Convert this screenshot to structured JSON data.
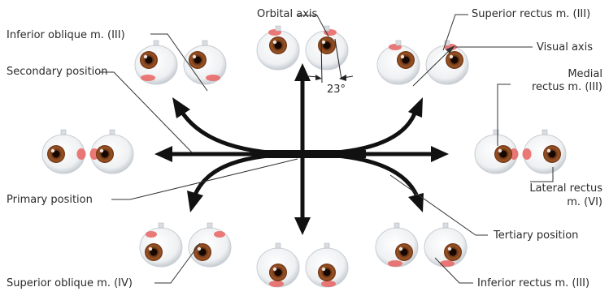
{
  "labels": {
    "orbital_axis": "Orbital axis",
    "inferior_oblique": "Inferior oblique m. (III)",
    "superior_rectus": "Superior rectus m. (III)",
    "visual_axis": "Visual axis",
    "medial_rectus_1": "Medial",
    "medial_rectus_2": "rectus m. (III)",
    "secondary_position": "Secondary position",
    "angle": "23°",
    "primary_position": "Primary position",
    "lateral_rectus_1": "Lateral rectus",
    "lateral_rectus_2": "m. (VI)",
    "tertiary_position": "Tertiary position",
    "superior_oblique": "Superior oblique m. (IV)",
    "inferior_rectus": "Inferior rectus m. (III)"
  },
  "colors": {
    "arrow": "#111111",
    "leader": "#333333",
    "muscle": "#e86a68",
    "iris": "#7a3d1a",
    "sclera": "#f2f3f4",
    "sclera_shade": "#c9ced3"
  }
}
